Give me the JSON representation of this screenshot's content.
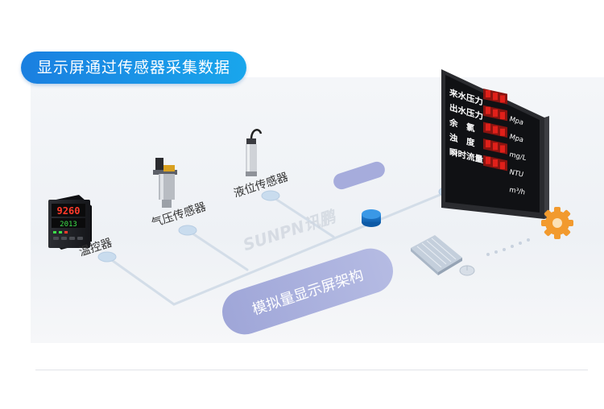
{
  "title": "显示屏通过传感器采集数据",
  "labels": {
    "temp_controller": "温控器",
    "pressure_sensor": "气压传感器",
    "level_sensor": "液位传感器",
    "architecture": "模拟量显示屏架构",
    "watermark": "SUNPN讯鹏"
  },
  "controller_display": {
    "top": "9260",
    "bottom": "2013"
  },
  "board": {
    "rows": [
      {
        "label": "来水压力",
        "unit": ""
      },
      {
        "label": "出水压力",
        "unit": "Mpa"
      },
      {
        "label": "余　氯",
        "unit": "Mpa"
      },
      {
        "label": "浊　度",
        "unit": "mg/L"
      },
      {
        "label": "瞬时流量",
        "unit": "NTU"
      },
      {
        "label": "",
        "unit": "m³/h"
      }
    ]
  },
  "colors": {
    "accent_blue": "#1a8ee8",
    "line": "#d3dde8",
    "node": "#c5d8ea",
    "pill_purple": "#a9afdc",
    "gear": "#f0962a",
    "board_frame": "#2a2b2f",
    "led_red": "#e0201a"
  }
}
